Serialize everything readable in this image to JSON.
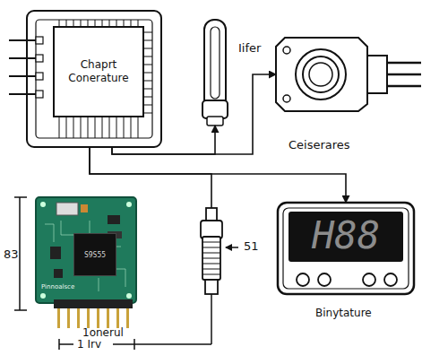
{
  "diagram": {
    "nodes": [
      {
        "text": [
          "Chaprt Conerature"
        ]
      },
      {
        "text": [
          "Iifer"
        ]
      },
      {
        "text": [
          "Ceiserares"
        ]
      },
      {
        "text": [
          "Pinnoalsce"
        ]
      },
      {
        "text": [
          "S9S55"
        ],
        "in": 3
      },
      {
        "text": [
          "51"
        ]
      },
      {
        "text": [
          "H88",
          "Binytature"
        ]
      }
    ],
    "edges": [
      {
        "from": 0,
        "to": 1,
        "arrow": "to"
      },
      {
        "from": 0,
        "to": 2,
        "arrow": "to"
      },
      {
        "from": 0,
        "to": 6,
        "arrow": "to"
      },
      {
        "from": 0,
        "to": 5,
        "arrow": "none"
      }
    ],
    "labels": [
      "83",
      "1onerul",
      "1 Irv"
    ]
  }
}
